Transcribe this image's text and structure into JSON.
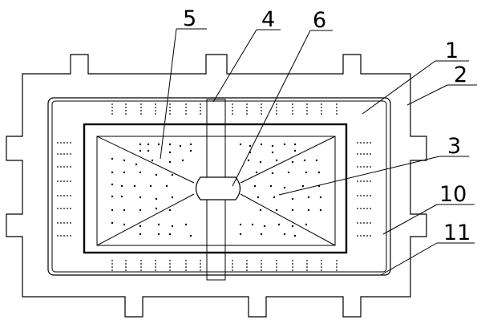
{
  "figure": {
    "labels": [
      {
        "id": "1",
        "text": "1"
      },
      {
        "id": "2",
        "text": "2"
      },
      {
        "id": "3",
        "text": "3"
      },
      {
        "id": "4",
        "text": "4"
      },
      {
        "id": "5",
        "text": "5"
      },
      {
        "id": "6",
        "text": "6"
      },
      {
        "id": "10",
        "text": "10"
      },
      {
        "id": "11",
        "text": "11"
      }
    ],
    "colors": {
      "line": "#000000",
      "background": "#ffffff"
    }
  }
}
